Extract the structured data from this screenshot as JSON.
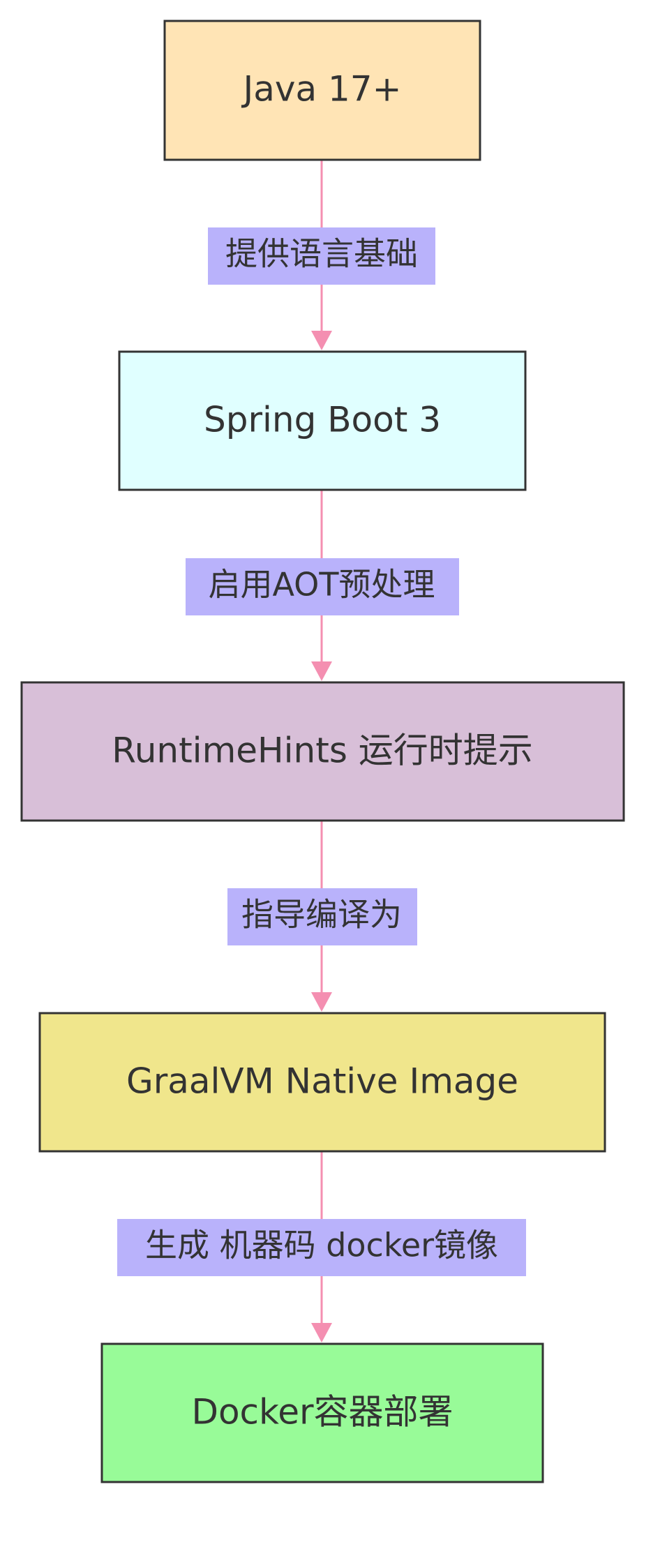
{
  "colors": {
    "edge": "#f48fb1",
    "label_background": "#b9b2fb",
    "border": "#333333",
    "text": "#333333"
  },
  "nodes": [
    {
      "id": "java",
      "label": "Java 17+",
      "fill": "#ffe4b5"
    },
    {
      "id": "spring",
      "label": "Spring Boot 3",
      "fill": "#e0ffff"
    },
    {
      "id": "runtimehints",
      "label": "RuntimeHints 运行时提示",
      "fill": "#d8bfd8"
    },
    {
      "id": "graalvm",
      "label": "GraalVM Native Image",
      "fill": "#f0e68c"
    },
    {
      "id": "docker",
      "label": "Docker容器部署",
      "fill": "#98fb98"
    }
  ],
  "edges": [
    {
      "from": "java",
      "to": "spring",
      "label": "提供语言基础"
    },
    {
      "from": "spring",
      "to": "runtimehints",
      "label": "启用AOT预处理"
    },
    {
      "from": "runtimehints",
      "to": "graalvm",
      "label": "指导编译为"
    },
    {
      "from": "graalvm",
      "to": "docker",
      "label": "生成 机器码 docker镜像"
    }
  ]
}
